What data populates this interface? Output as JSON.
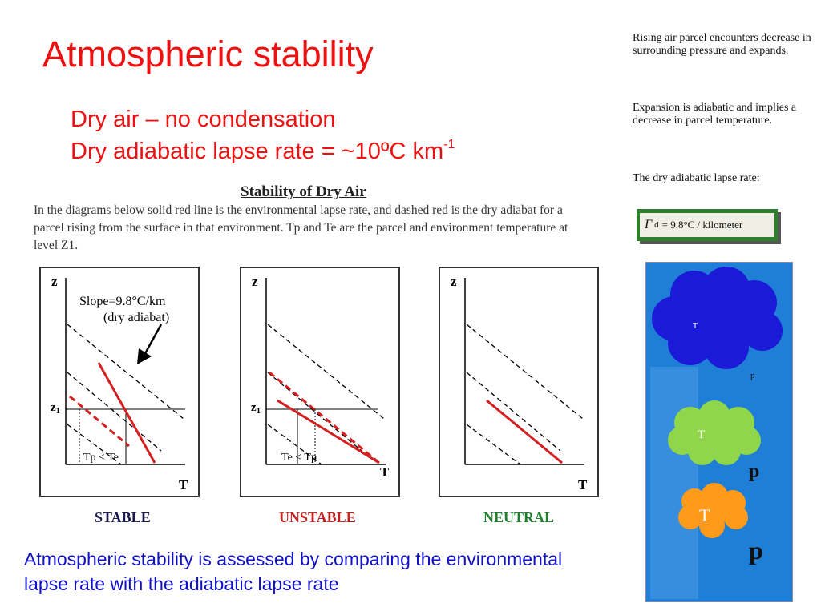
{
  "title": "Atmospheric stability",
  "subtitle_line1": "Dry air – no condensation",
  "subtitle_line2": "Dry adiabatic lapse rate = ~10ºC km",
  "subtitle_sup": "-1",
  "side_notes": {
    "note1": "Rising air parcel encounters decrease in surrounding pressure and expands.",
    "note2": "Expansion is adiabatic and implies a decrease in parcel temperature.",
    "note3": "The dry adiabatic lapse rate:",
    "gamma_symbol": "Γ",
    "gamma_sub": "d",
    "gamma_value": "= 9.8°C / kilometer"
  },
  "diagram": {
    "header": "Stability of Dry Air",
    "caption": "In the diagrams below solid red line is the environmental lapse rate, and dashed red is the dry adiabat for a parcel rising from the surface in that environment. Tp and Te are the parcel and environment temperature at level Z1.",
    "panels": [
      {
        "label": "STABLE",
        "label_color": "#1a1a4a",
        "axis_z": "z",
        "axis_t": "T",
        "z1": "z",
        "z1_sub": "1",
        "compare": "Tp < Te"
      },
      {
        "label": "UNSTABLE",
        "label_color": "#c42020",
        "axis_z": "z",
        "axis_t": "T",
        "z1": "z",
        "z1_sub": "1",
        "compare": "Te < Tp"
      },
      {
        "label": "NEUTRAL",
        "label_color": "#1e7f2c",
        "axis_z": "z",
        "axis_t": "T"
      }
    ],
    "slope_label_1": "Slope=9.8°C/km",
    "slope_label_2": "(dry adiabat)"
  },
  "clouds": {
    "cloud1_label": "T",
    "cloud2_label": "T",
    "cloud3_label": "T",
    "p1": "p",
    "p2": "p",
    "p3": "p",
    "colors": {
      "cloud1": "#1a1ad8",
      "cloud2": "#8fd64a",
      "cloud3": "#ff9a1a",
      "background": "#1f7fd6"
    }
  },
  "bottom_text": "Atmospheric stability is assessed by comparing the environmental lapse rate with the adiabatic lapse rate"
}
